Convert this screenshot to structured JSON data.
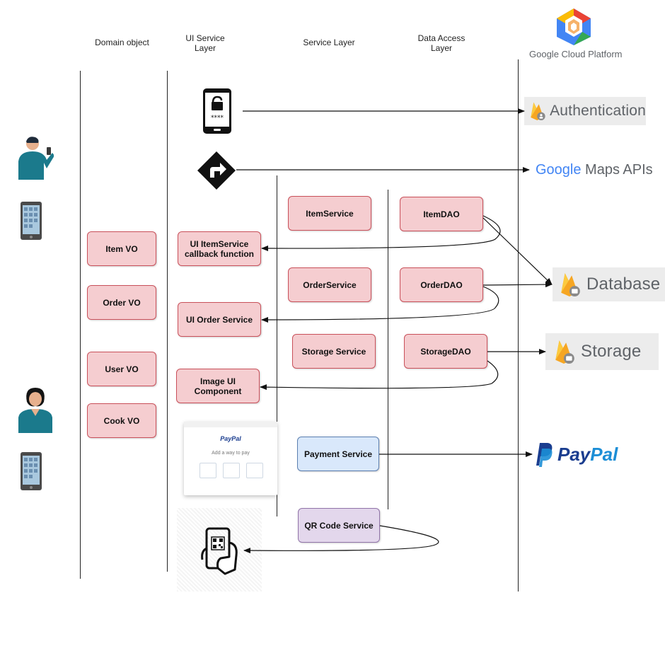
{
  "headers": {
    "domain_object": "Domain object",
    "ui_service_layer": "UI Service\nLayer",
    "service_layer": "Service Layer",
    "data_access_layer": "Data Access\nLayer",
    "gcp": "Google Cloud Platform"
  },
  "domain_objects": [
    "Item VO",
    "Order VO",
    "User VO",
    "Cook VO"
  ],
  "ui_components": [
    "UI ItemService\ncallback function",
    "UI Order Service",
    "Image UI\nComponent"
  ],
  "services": [
    "ItemService",
    "OrderService",
    "Storage Service",
    "Payment Service",
    "QR Code Service"
  ],
  "daos": [
    "ItemDAO",
    "OrderDAO",
    "StorageDAO"
  ],
  "externals": {
    "authentication": "Authentication",
    "maps_google": "Google",
    "maps_apis": " Maps APIs",
    "database": "Database",
    "storage": "Storage",
    "paypal_a": "Pay",
    "paypal_b": "Pal"
  },
  "paypal_card": {
    "brand": "PayPal",
    "subtitle": "Add a way to pay"
  },
  "colors": {
    "box_fill": "#f5cdd0",
    "box_border": "#c9505a",
    "payment_fill": "#d9e8fb",
    "qr_fill": "#e3d7ec",
    "firebase_orange": "#f6a623"
  }
}
